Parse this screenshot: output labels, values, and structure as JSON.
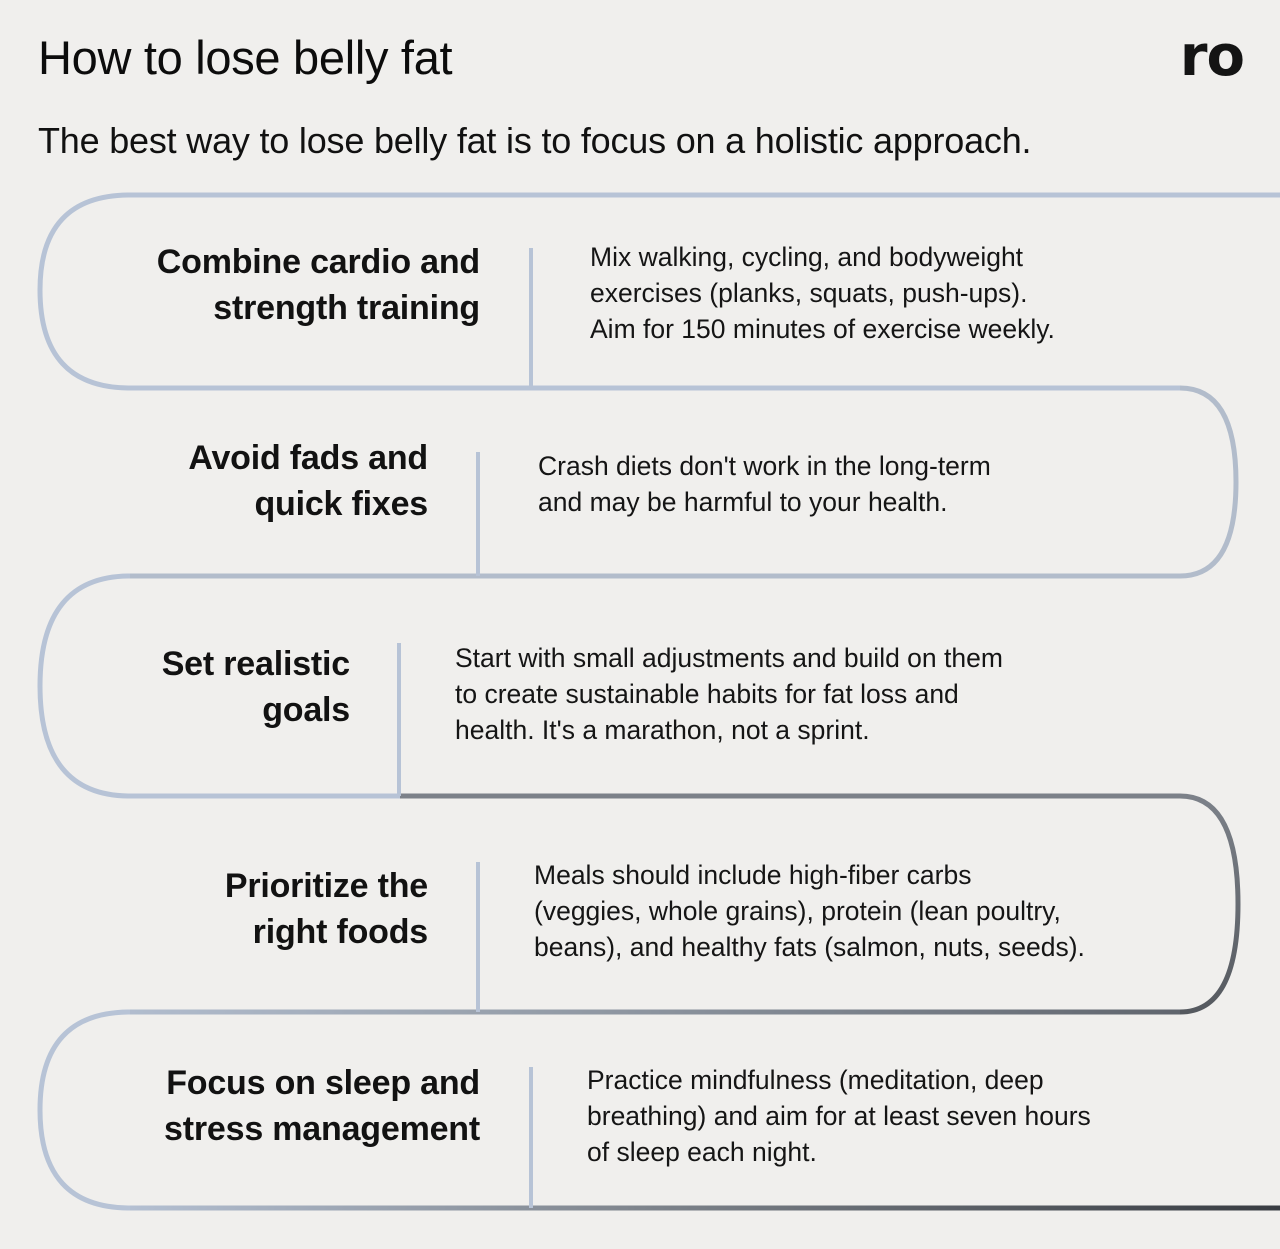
{
  "header": {
    "title": "How to lose belly fat",
    "logo": "ro",
    "subtitle": "The best way to lose belly fat is to focus on a holistic approach."
  },
  "colors": {
    "background": "#f0efed",
    "path_light": "#b7c3d6",
    "path_mid": "#9aa3ad",
    "path_dark": "#4a4e55",
    "text": "#111111"
  },
  "steps": [
    {
      "heading": "Combine cardio and strength training",
      "heading_lines": [
        "Combine cardio and",
        "strength training"
      ],
      "description_lines": [
        "Mix walking, cycling, and bodyweight",
        "exercises (planks, squats, push-ups).",
        "Aim for 150 minutes of exercise weekly."
      ]
    },
    {
      "heading": "Avoid fads and quick fixes",
      "heading_lines": [
        "Avoid fads and",
        "quick fixes"
      ],
      "description_lines": [
        "Crash diets don't work in the long-term",
        "and may be harmful to your health."
      ]
    },
    {
      "heading": "Set realistic goals",
      "heading_lines": [
        "Set realistic",
        "goals"
      ],
      "description_lines": [
        "Start with small adjustments and build on them",
        "to create sustainable habits for fat loss and",
        "health. It's a marathon, not a sprint."
      ]
    },
    {
      "heading": "Prioritize the right foods",
      "heading_lines": [
        "Prioritize the",
        "right foods"
      ],
      "description_lines": [
        "Meals should include high-fiber carbs",
        "(veggies, whole grains), protein (lean poultry,",
        "beans), and healthy fats (salmon, nuts, seeds)."
      ]
    },
    {
      "heading": "Focus on sleep and stress management",
      "heading_lines": [
        "Focus on sleep and",
        "stress management"
      ],
      "description_lines": [
        "Practice mindfulness (meditation, deep",
        "breathing) and aim for at least seven hours",
        "of sleep each night."
      ]
    }
  ]
}
